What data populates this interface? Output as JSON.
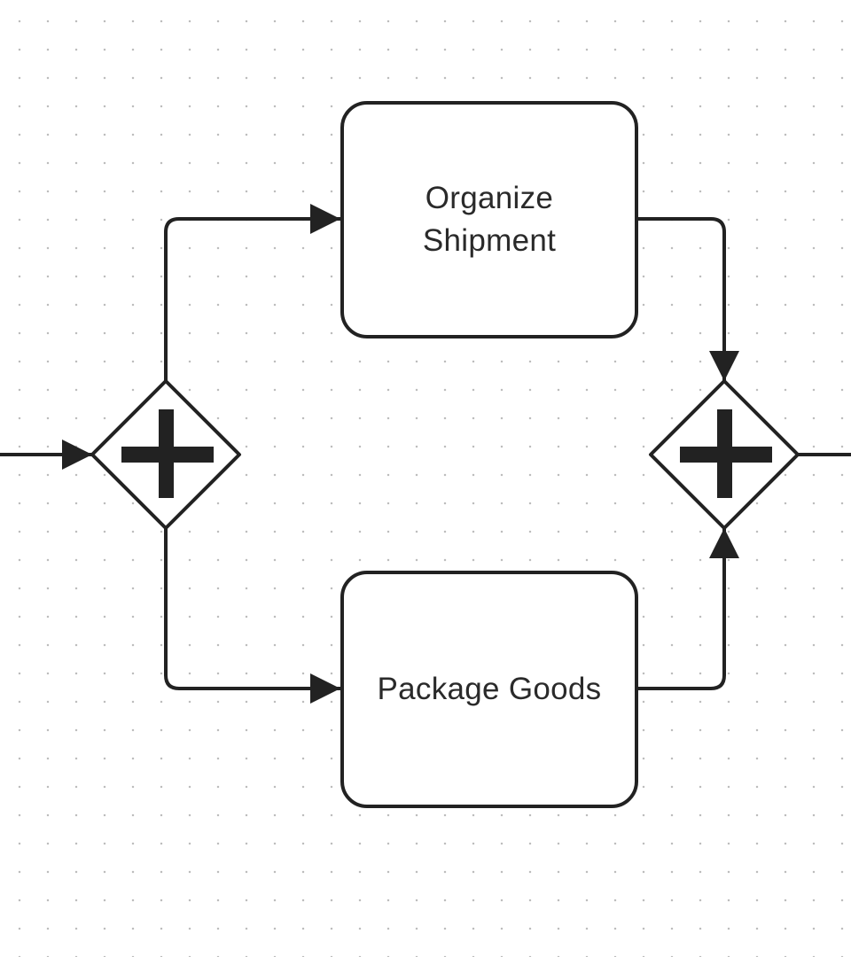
{
  "diagram": {
    "tasks": [
      {
        "id": "organize_shipment",
        "label": "Organize Shipment"
      },
      {
        "id": "package_goods",
        "label": "Package Goods"
      }
    ],
    "gateways": [
      {
        "id": "split",
        "kind": "parallel",
        "icon": "plus-icon"
      },
      {
        "id": "join",
        "kind": "parallel",
        "icon": "plus-icon"
      }
    ],
    "flows": [
      {
        "from": "incoming",
        "to": "split"
      },
      {
        "from": "split",
        "to": "organize_shipment"
      },
      {
        "from": "split",
        "to": "package_goods"
      },
      {
        "from": "organize_shipment",
        "to": "join"
      },
      {
        "from": "package_goods",
        "to": "join"
      },
      {
        "from": "join",
        "to": "outgoing"
      }
    ],
    "colors": {
      "stroke": "#222222",
      "background": "#ffffff",
      "grid_dot": "#bdbdbd"
    }
  }
}
